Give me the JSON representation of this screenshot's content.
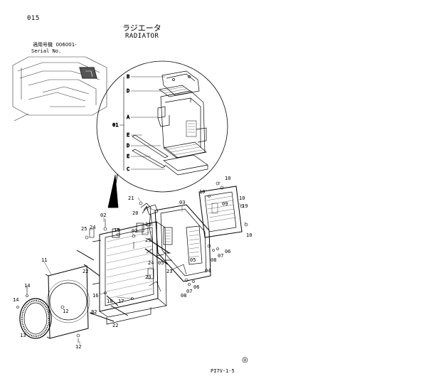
{
  "page": {
    "code": "015",
    "title_jp": "ラジエータ",
    "title_en": "RADIATOR",
    "serial_label_jp": "適用号機",
    "serial_range": "006001-",
    "serial_label_en": "Serial No.",
    "footer_code": "PI7V-1-5",
    "footer_symbol": "◎"
  },
  "detail_callouts": [
    "B",
    "D",
    "A",
    "E",
    "D",
    "E",
    "C"
  ],
  "detail_group_label": "01",
  "part_numbers": [
    "02",
    "03",
    "04",
    "05",
    "06",
    "07",
    "08",
    "09",
    "10",
    "11",
    "12",
    "13",
    "14",
    "15",
    "16",
    "17",
    "18",
    "19",
    "20",
    "21",
    "22",
    "23",
    "24",
    "25"
  ]
}
